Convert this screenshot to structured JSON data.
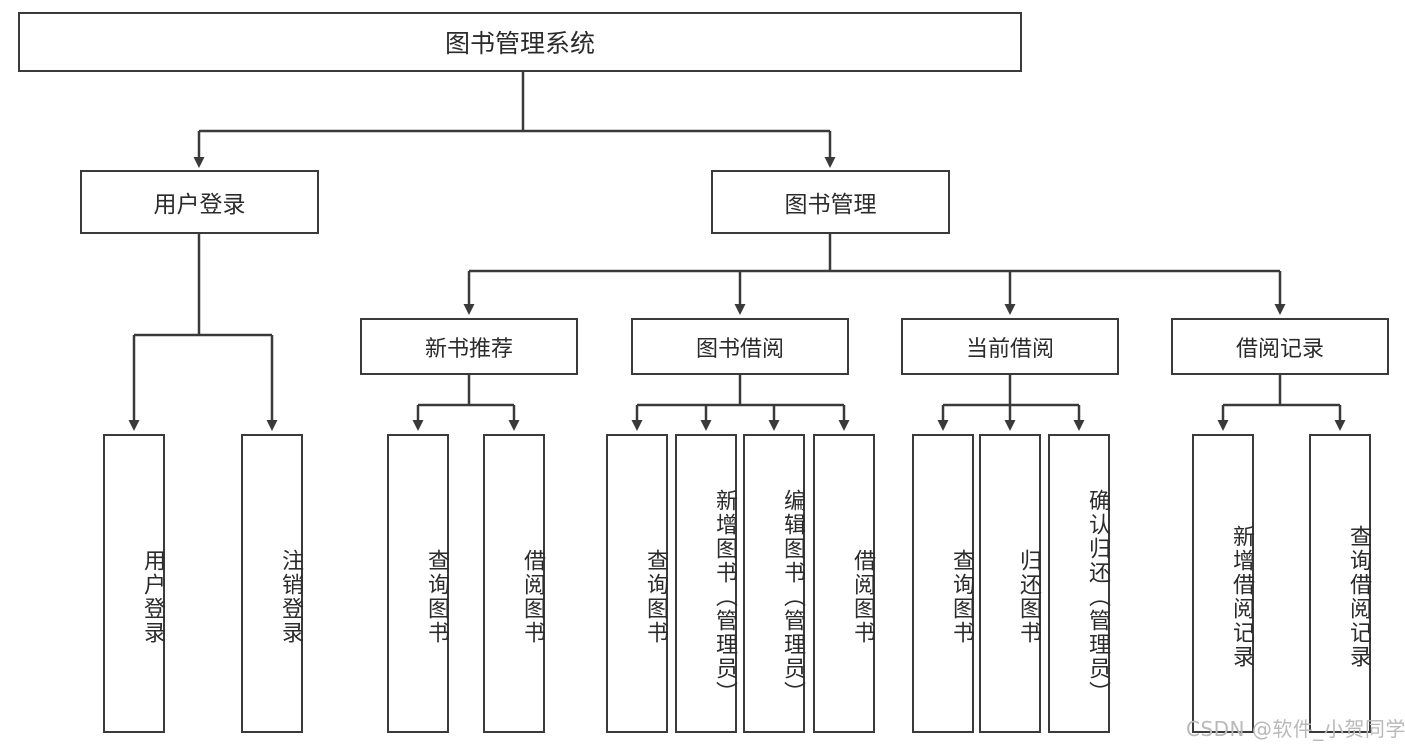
{
  "diagram": {
    "title": "图书管理系统",
    "type": "hierarchy-tree",
    "stroke_color": "#3a3a3a",
    "fill_color": "#ffffff",
    "text_color": "#2b2b2b",
    "root": {
      "label": "图书管理系统"
    },
    "level2": [
      {
        "label": "用户登录"
      },
      {
        "label": "图书管理"
      }
    ],
    "level3": [
      {
        "label": "新书推荐"
      },
      {
        "label": "图书借阅"
      },
      {
        "label": "当前借阅"
      },
      {
        "label": "借阅记录"
      }
    ],
    "leaves": [
      {
        "label": "用户登录",
        "parent": "用户登录"
      },
      {
        "label": "注销登录",
        "parent": "用户登录"
      },
      {
        "label": "查询图书",
        "parent": "新书推荐"
      },
      {
        "label": "借阅图书",
        "parent": "新书推荐"
      },
      {
        "label": "查询图书",
        "parent": "图书借阅"
      },
      {
        "label": "新增图书（管理员）",
        "parent": "图书借阅"
      },
      {
        "label": "编辑图书（管理员）",
        "parent": "图书借阅"
      },
      {
        "label": "借阅图书",
        "parent": "图书借阅"
      },
      {
        "label": "查询图书",
        "parent": "当前借阅"
      },
      {
        "label": "归还图书",
        "parent": "当前借阅"
      },
      {
        "label": "确认归还（管理员）",
        "parent": "当前借阅"
      },
      {
        "label": "新增借阅记录",
        "parent": "借阅记录"
      },
      {
        "label": "查询借阅记录",
        "parent": "借阅记录"
      }
    ]
  },
  "watermark": {
    "text": "CSDN @软件_小贺同学"
  }
}
